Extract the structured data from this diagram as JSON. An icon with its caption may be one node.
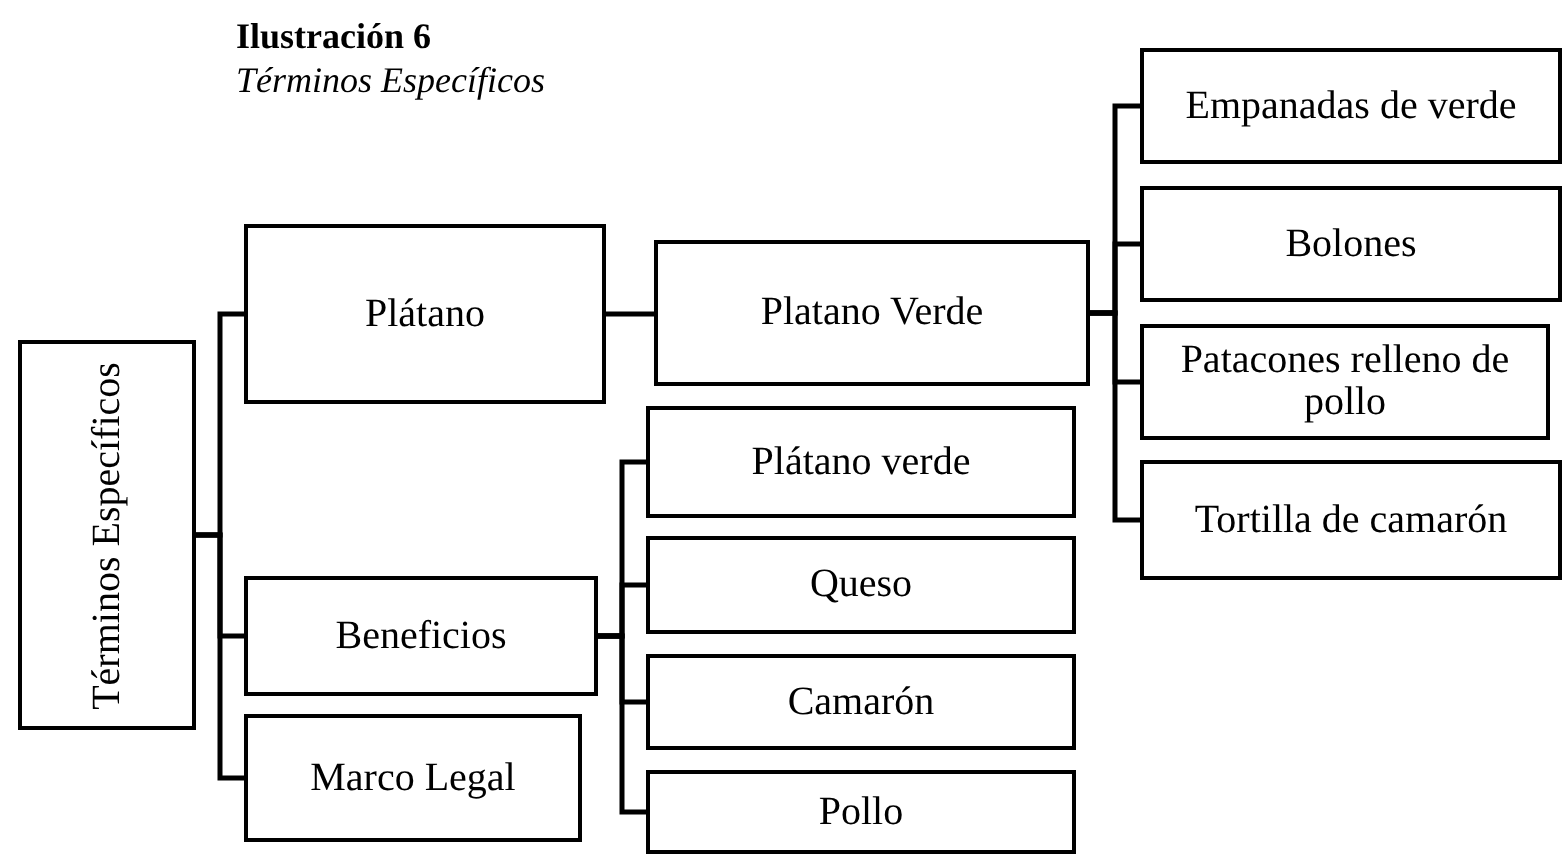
{
  "diagram": {
    "title": "Ilustración 6",
    "caption": "Términos Específicos",
    "nodes": [
      {
        "text": [
          "Términos Específicos"
        ]
      },
      {
        "text": [
          "Plátano"
        ]
      },
      {
        "text": [
          "Beneficios"
        ]
      },
      {
        "text": [
          "Marco Legal"
        ]
      },
      {
        "text": [
          "Platano Verde"
        ]
      },
      {
        "text": [
          "Plátano verde"
        ]
      },
      {
        "text": [
          "Queso"
        ]
      },
      {
        "text": [
          "Camarón"
        ]
      },
      {
        "text": [
          "Pollo"
        ]
      },
      {
        "text": [
          "Empanadas de verde"
        ]
      },
      {
        "text": [
          "Bolones"
        ]
      },
      {
        "text": [
          "Patacones relleno de pollo"
        ]
      },
      {
        "text": [
          "Tortilla de camarón"
        ]
      }
    ],
    "edges": [
      {
        "from": 0,
        "to": 1,
        "arrow": "none"
      },
      {
        "from": 0,
        "to": 2,
        "arrow": "none"
      },
      {
        "from": 0,
        "to": 3,
        "arrow": "none"
      },
      {
        "from": 1,
        "to": 4,
        "arrow": "none"
      },
      {
        "from": 2,
        "to": 5,
        "arrow": "none"
      },
      {
        "from": 2,
        "to": 6,
        "arrow": "none"
      },
      {
        "from": 2,
        "to": 7,
        "arrow": "none"
      },
      {
        "from": 2,
        "to": 8,
        "arrow": "none"
      },
      {
        "from": 4,
        "to": 9,
        "arrow": "none"
      },
      {
        "from": 4,
        "to": 10,
        "arrow": "none"
      },
      {
        "from": 4,
        "to": 11,
        "arrow": "none"
      },
      {
        "from": 4,
        "to": 12,
        "arrow": "none"
      }
    ]
  }
}
